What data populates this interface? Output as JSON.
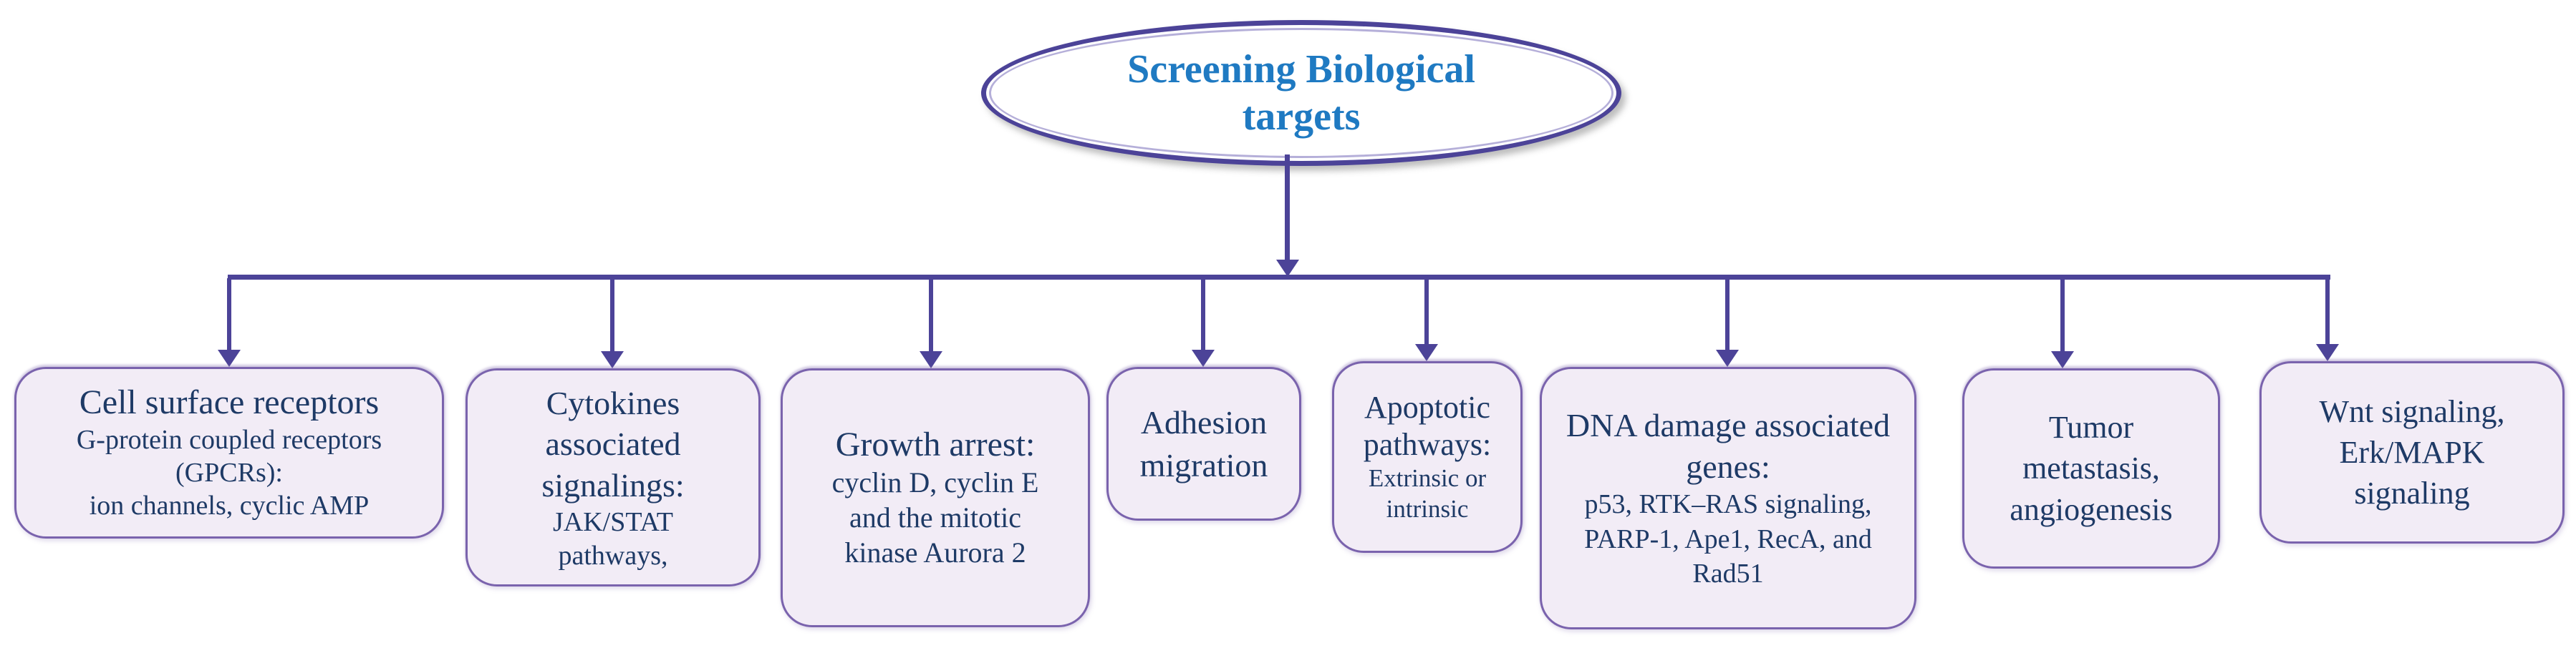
{
  "root": {
    "label": "Screening Biological targets"
  },
  "boxes": [
    {
      "id": "cell-surface-receptors",
      "title": "Cell surface receptors",
      "subtitle": "G-protein coupled receptors (GPCRs):",
      "detail": "ion channels, cyclic AMP"
    },
    {
      "id": "cytokines-signalings",
      "title": "Cytokines associated signalings:",
      "detail": "JAK/STAT pathways,"
    },
    {
      "id": "growth-arrest",
      "title": "Growth arrest:",
      "detail": "cyclin D, cyclin E and the mitotic kinase Aurora 2"
    },
    {
      "id": "adhesion-migration",
      "title": "Adhesion migration"
    },
    {
      "id": "apoptotic-pathways",
      "title": "Apoptotic pathways:",
      "detail": "Extrinsic or intrinsic"
    },
    {
      "id": "dna-damage-genes",
      "title": "DNA damage associated genes:",
      "detail": "p53, RTK–RAS signaling, PARP-1, Ape1, RecA, and Rad51"
    },
    {
      "id": "tumor-metastasis",
      "title": "Tumor metastasis, angiogenesis"
    },
    {
      "id": "wnt-erk-signaling",
      "title": "Wnt signaling, Erk/MAPK signaling"
    }
  ],
  "colors": {
    "connector": "#4c4398",
    "ellipse_border": "#4c4398",
    "title_blue": "#1f7ac2",
    "box_fill": "#f2ecf6",
    "box_border": "#7a63ad",
    "box_text": "#1e3a66",
    "background": "#ffffff"
  }
}
